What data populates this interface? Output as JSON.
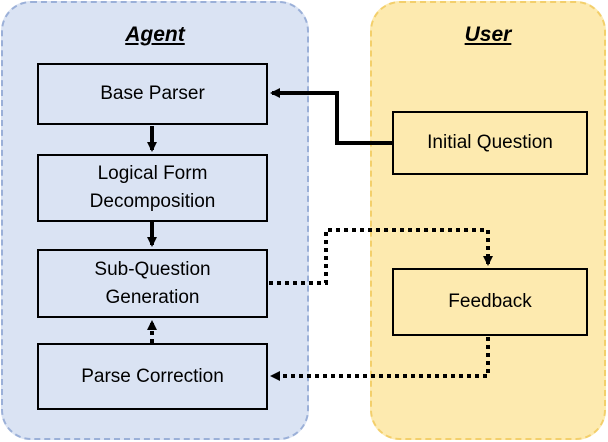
{
  "panels": {
    "agent": {
      "title": "Agent"
    },
    "user": {
      "title": "User"
    }
  },
  "nodes": {
    "base_parser": "Base Parser",
    "logical_form_decomposition": "Logical Form Decomposition",
    "sub_question_generation": "Sub-Question Generation",
    "parse_correction": "Parse Correction",
    "initial_question": "Initial Question",
    "feedback": "Feedback"
  },
  "edges": [
    {
      "from": "initial_question",
      "to": "base_parser",
      "style": "solid"
    },
    {
      "from": "base_parser",
      "to": "logical_form_decomposition",
      "style": "solid"
    },
    {
      "from": "logical_form_decomposition",
      "to": "sub_question_generation",
      "style": "solid"
    },
    {
      "from": "sub_question_generation",
      "to": "feedback",
      "style": "dotted"
    },
    {
      "from": "feedback",
      "to": "parse_correction",
      "style": "dotted"
    },
    {
      "from": "parse_correction",
      "to": "sub_question_generation",
      "style": "dotted"
    }
  ],
  "colors": {
    "agent_fill": "#dae3f3",
    "agent_border": "#9bb0d8",
    "user_fill": "#fdeaaf",
    "user_border": "#f3cf6b",
    "line": "#000000"
  }
}
